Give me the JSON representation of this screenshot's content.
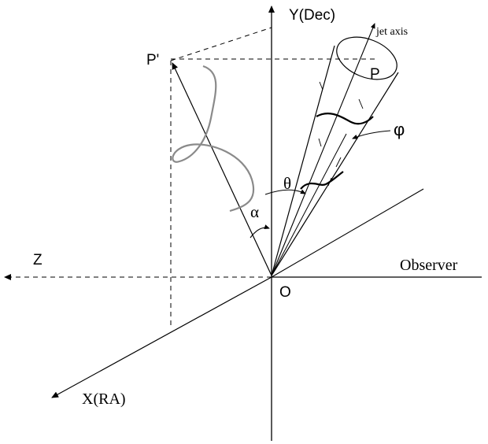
{
  "labels": {
    "y_axis": "Y(Dec)",
    "x_axis": "X(RA)",
    "z_axis": "Z",
    "observer": "Observer",
    "origin": "O",
    "p_prime": "P'",
    "p": "P",
    "jet_axis": "jet axis",
    "theta": "θ",
    "phi": "φ",
    "alpha": "α"
  },
  "colors": {
    "line": "#000000",
    "helix": "#8a8a8a",
    "background": "#ffffff"
  }
}
